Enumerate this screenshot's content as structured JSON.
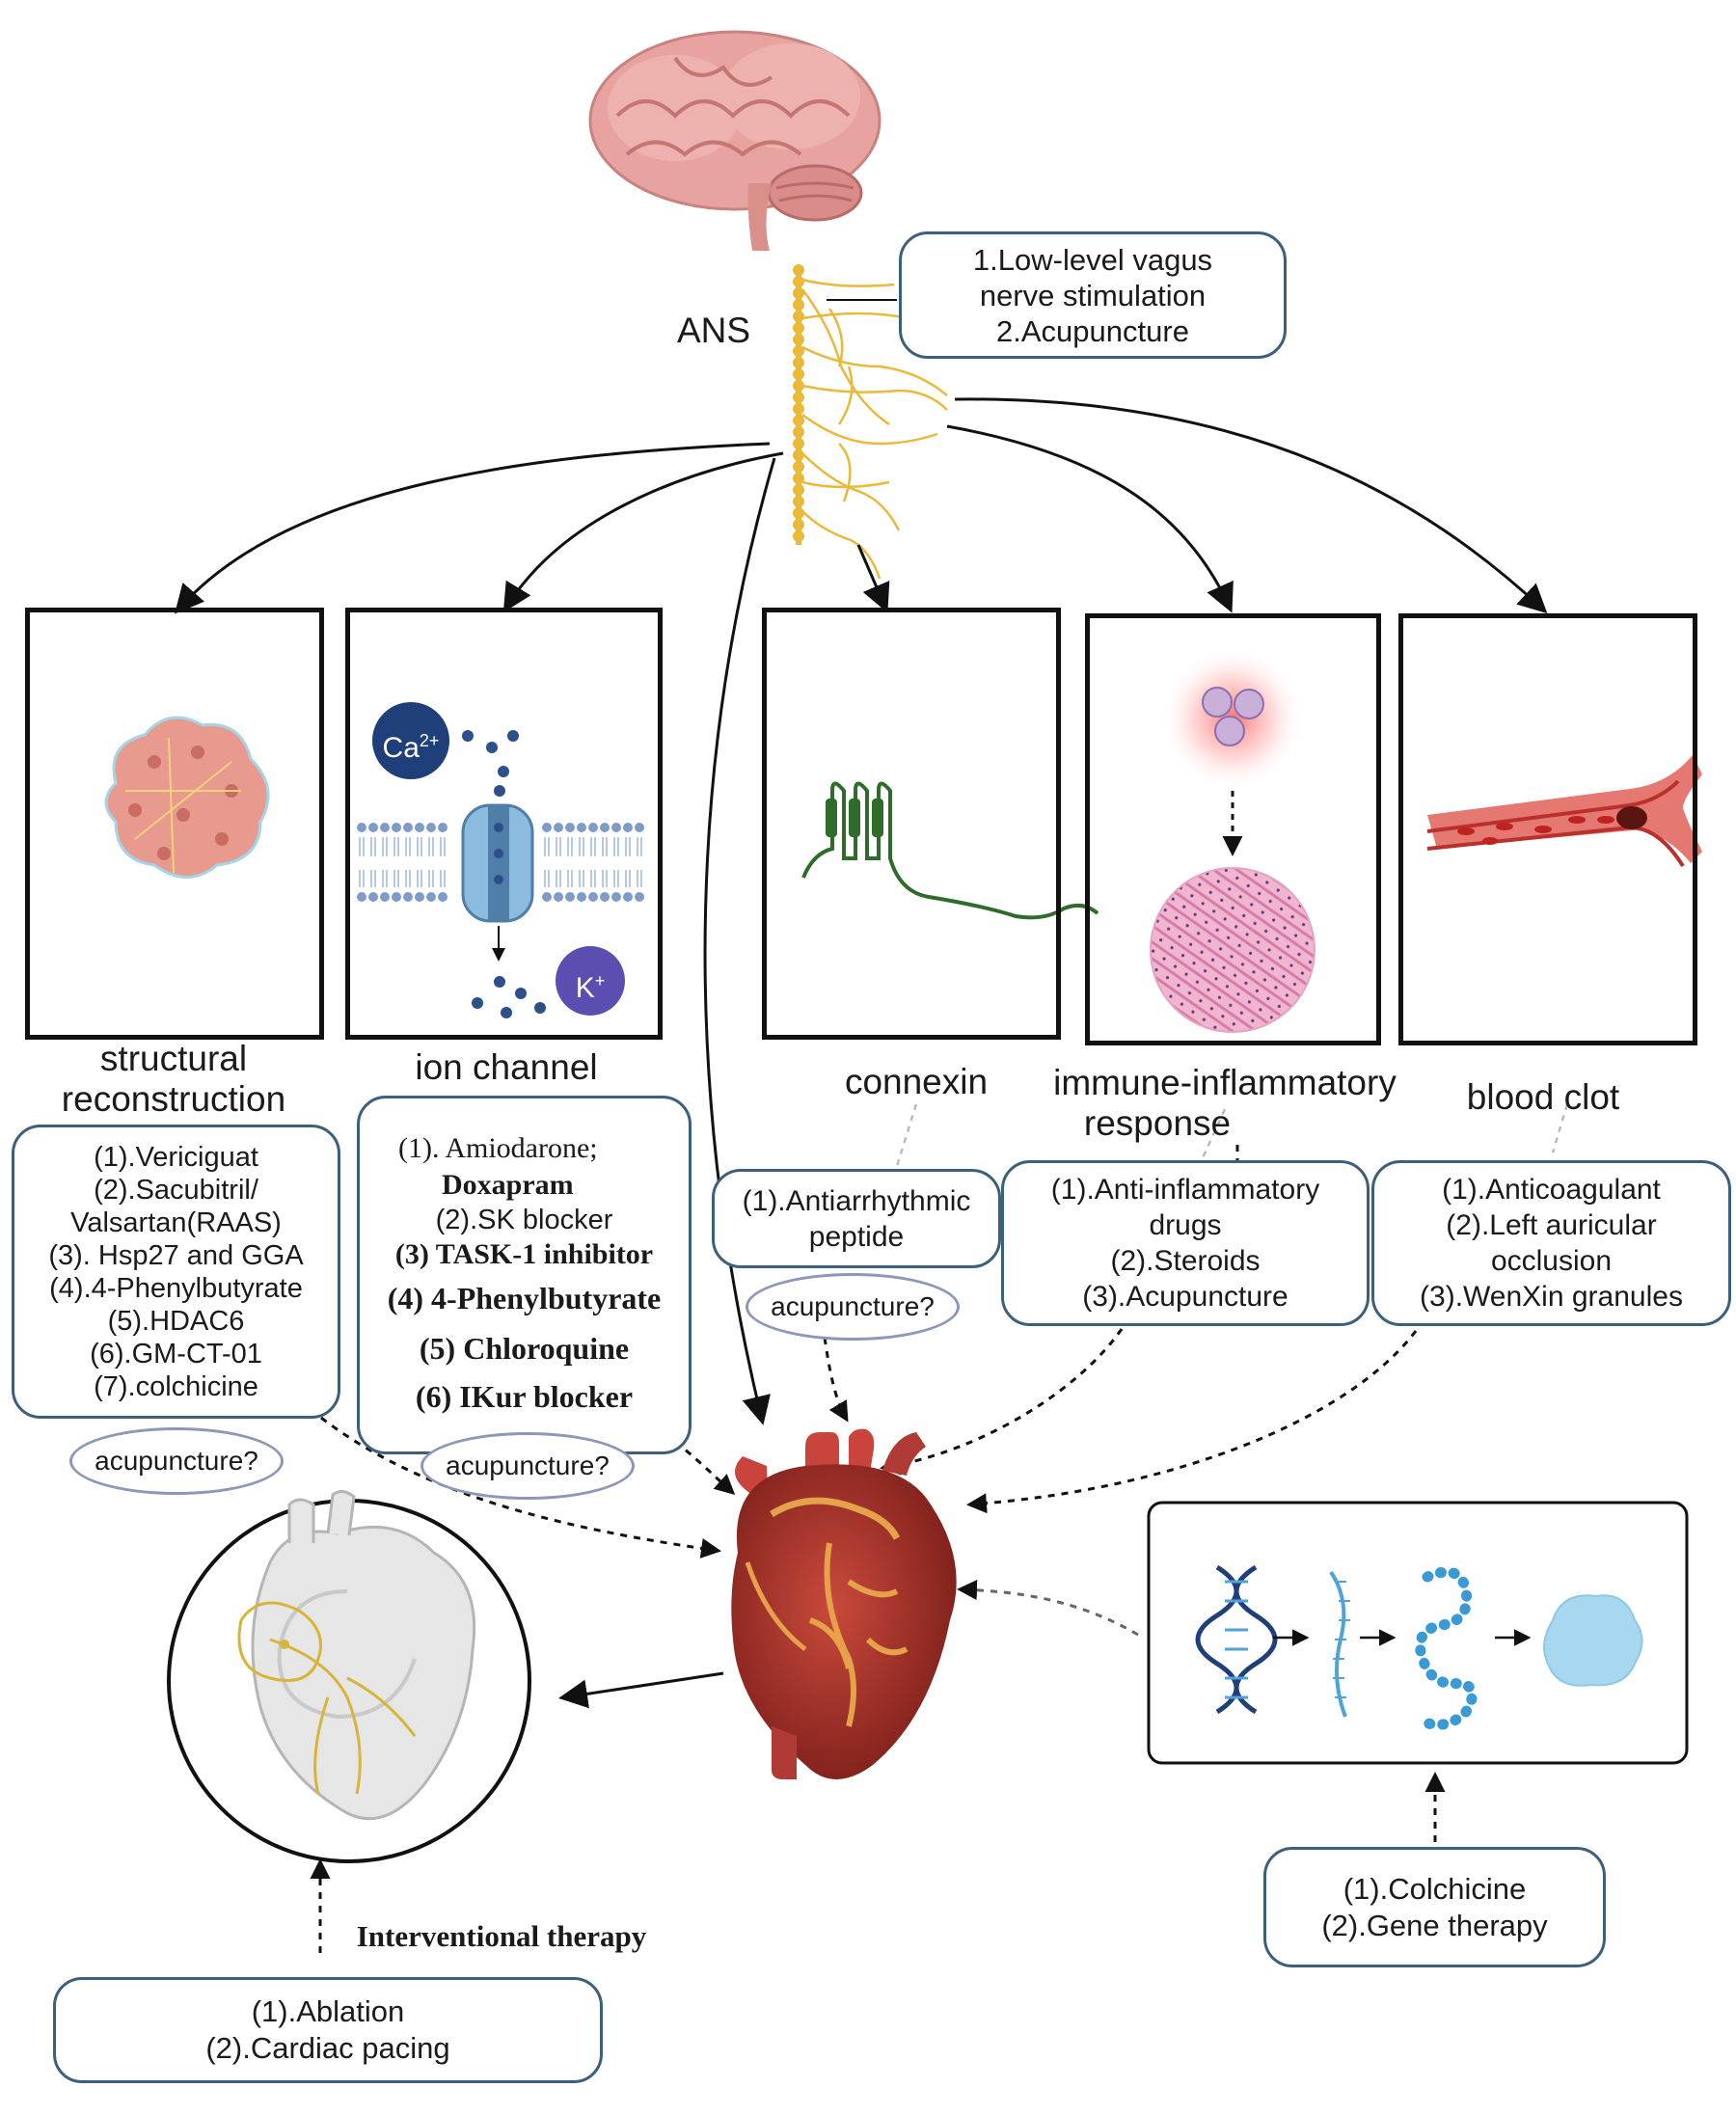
{
  "ans_label": "ANS",
  "ans_box": {
    "line1": "1.Low-level vagus",
    "line2": "nerve stimulation",
    "line3": "2.Acupuncture"
  },
  "categories": {
    "structural": {
      "line1": "structural",
      "line2": "reconstruction"
    },
    "ion": "ion channel",
    "connexin": "connexin",
    "immune": {
      "line1": "immune-inflammatory",
      "line2": "response"
    },
    "clot": "blood clot"
  },
  "ion_symbols": {
    "ca": "Ca",
    "ca_sup": "2+",
    "k": "K",
    "k_sup": "+"
  },
  "structural_list": [
    "(1).Vericiguat",
    "(2).Sacubitril/",
    "Valsartan(RAAS)",
    "(3). Hsp27 and GGA",
    "(4).4-Phenylbutyrate",
    "(5).HDAC6",
    "(6).GM-CT-01",
    "(7).colchicine"
  ],
  "ion_list": [
    "(1). Amiodarone;",
    "Doxapram",
    "(2).SK blocker",
    "(3) TASK-1 inhibitor",
    "(4) 4-Phenylbutyrate",
    "(5) Chloroquine",
    "(6) IKur blocker"
  ],
  "connexin_list": [
    "(1).Antiarrhythmic",
    "peptide"
  ],
  "immune_list": [
    "(1).Anti-inflammatory",
    "drugs",
    "(2).Steroids",
    "(3).Acupuncture"
  ],
  "clot_list": [
    "(1).Anticoagulant",
    "(2).Left auricular",
    "occlusion",
    "(3).WenXin granules"
  ],
  "acupuncture_q": "acupuncture?",
  "intervention_label": "Interventional therapy",
  "intervention_list": [
    "(1).Ablation",
    "(2).Cardiac pacing"
  ],
  "gene_list": [
    "(1).Colchicine",
    "(2).Gene therapy"
  ],
  "colors": {
    "box_border": "#3c5f7b",
    "oval_border": "#8d98b8",
    "nerve": "#e8b93a",
    "heart": "#a8322b"
  }
}
